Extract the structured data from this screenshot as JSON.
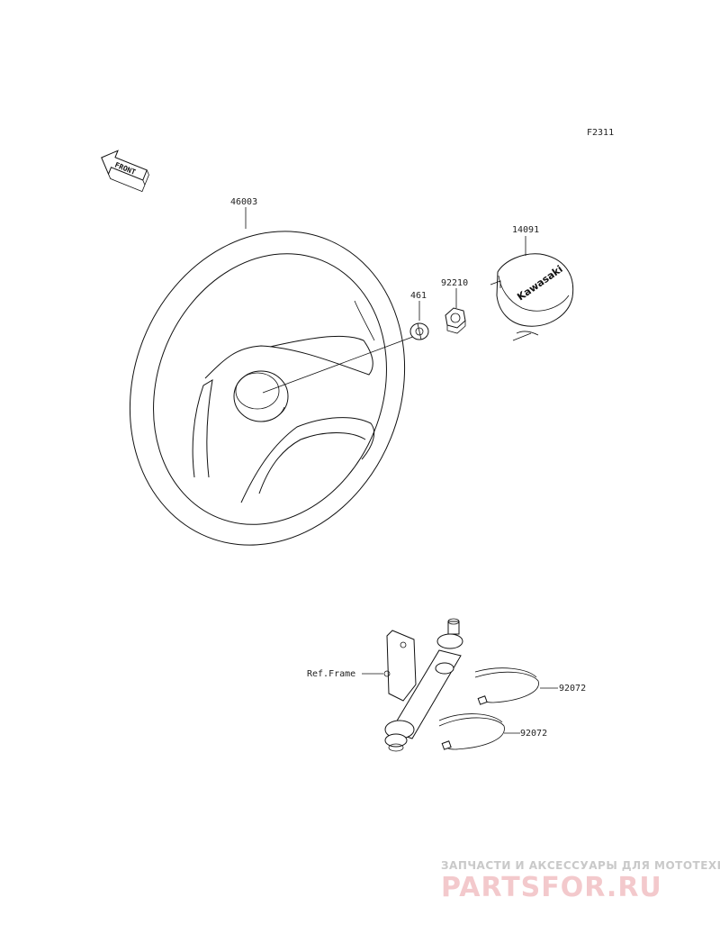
{
  "diagram_code": "F2311",
  "front_arrow_label": "FRONT",
  "cap_logo_text": "Kawasaki",
  "parts": [
    {
      "number": "46003"
    },
    {
      "number": "461"
    },
    {
      "number": "92210"
    },
    {
      "number": "14091"
    },
    {
      "number": "Ref.Frame"
    },
    {
      "number": "92072"
    },
    {
      "number": "92072"
    }
  ],
  "watermark": {
    "tagline": "ЗАПЧАСТИ И АКСЕССУАРЫ ДЛЯ МОТОТЕХНИКИ",
    "brand": "PARTSFOR.RU",
    "color": "#f3c9cc"
  }
}
